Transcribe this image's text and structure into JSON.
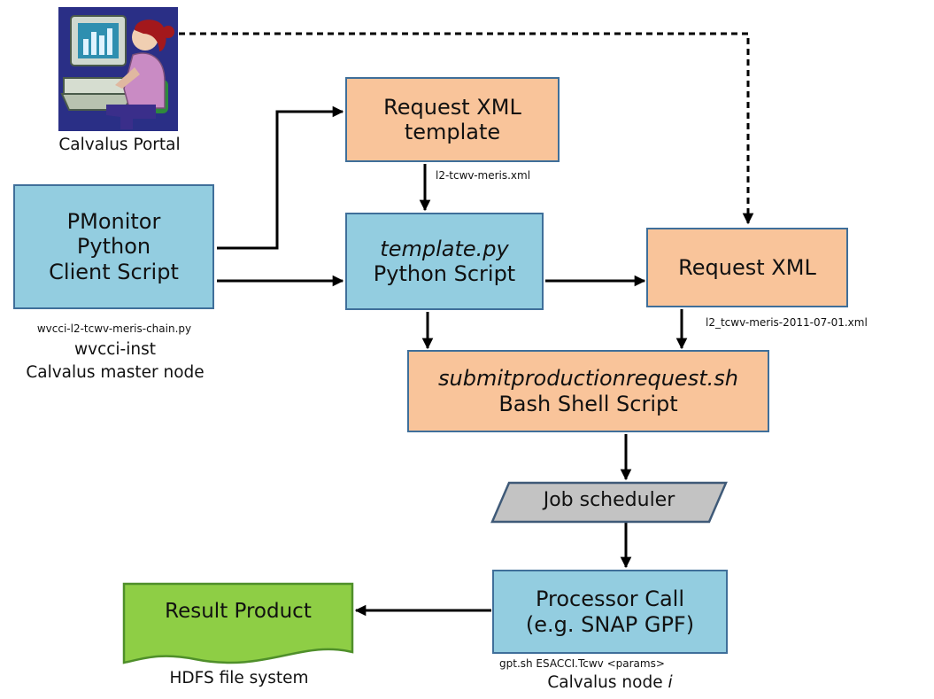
{
  "portal": {
    "label": "Calvalus Portal",
    "icon": "computer-user-icon"
  },
  "pmonitor": {
    "line1": "PMonitor",
    "line2": "Python",
    "line3": "Client Script",
    "script_name": "wvcci-l2-tcwv-meris-chain.py",
    "instance": "wvcci-inst",
    "node": "Calvalus master node"
  },
  "request_template": {
    "line1": "Request XML",
    "line2": "template",
    "file": "l2-tcwv-meris.xml"
  },
  "template_py": {
    "line1": "template.py",
    "line2": "Python Script"
  },
  "request_xml": {
    "line1": "Request XML",
    "file": "l2_tcwv-meris-2011-07-01.xml"
  },
  "submit": {
    "line1": "submitproductionrequest.sh",
    "line2": "Bash Shell Script"
  },
  "scheduler": {
    "label": "Job scheduler"
  },
  "processor": {
    "line1": "Processor Call",
    "line2": "(e.g. SNAP GPF)",
    "command": "gpt.sh ESACCI.Tcwv <params>",
    "node_prefix": "Calvalus node ",
    "node_index": "i"
  },
  "result": {
    "label": "Result Product",
    "storage": "HDFS file system"
  },
  "colors": {
    "blue_fill": "#93cde0",
    "orange_fill": "#f9c49a",
    "box_border": "#3f6f9a",
    "green_fill": "#8ece45",
    "green_border": "#4f8f2a",
    "gray_fill": "#c3c3c3",
    "gray_border": "#3f5a78",
    "arrow": "#000000"
  }
}
